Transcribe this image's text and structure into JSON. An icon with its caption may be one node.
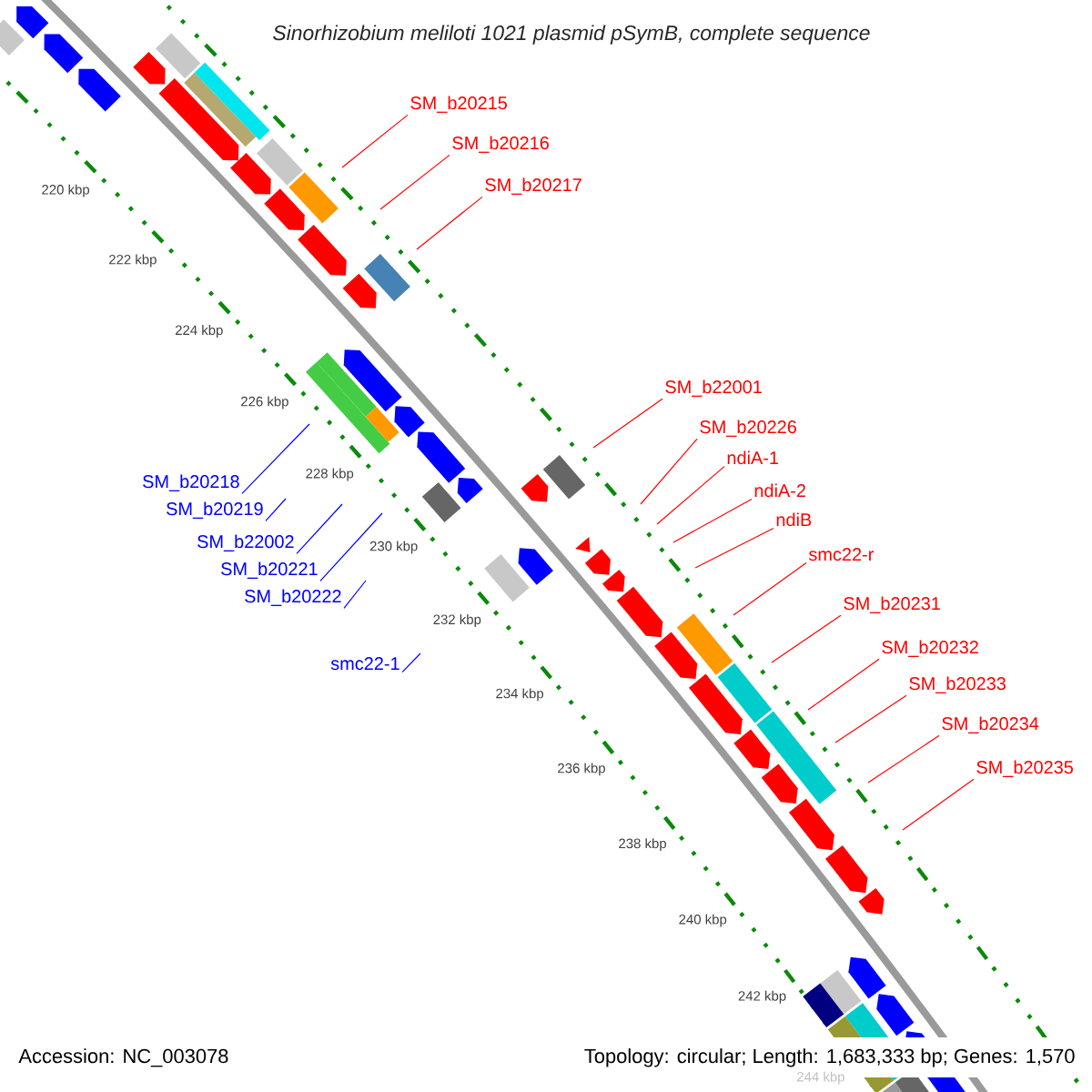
{
  "diagram": {
    "title": "Sinorhizobium meliloti 1021 plasmid pSymB, complete sequence",
    "nodes": [
      {
        "text": [
          "SM_b20215"
        ]
      },
      {
        "text": [
          "SM_b20216"
        ]
      },
      {
        "text": [
          "SM_b20217"
        ]
      },
      {
        "text": [
          "SM_b22001"
        ]
      },
      {
        "text": [
          "SM_b20226"
        ]
      },
      {
        "text": [
          "ndiA-1"
        ]
      },
      {
        "text": [
          "ndiA-2"
        ]
      },
      {
        "text": [
          "ndiB"
        ]
      },
      {
        "text": [
          "smc22-r"
        ]
      },
      {
        "text": [
          "SM_b20231"
        ]
      },
      {
        "text": [
          "SM_b20232"
        ]
      },
      {
        "text": [
          "SM_b20233"
        ]
      },
      {
        "text": [
          "SM_b20234"
        ]
      },
      {
        "text": [
          "SM_b20235"
        ]
      },
      {
        "text": [
          "SM_b20218"
        ]
      },
      {
        "text": [
          "SM_b20219"
        ]
      },
      {
        "text": [
          "SM_b22002"
        ]
      },
      {
        "text": [
          "SM_b20221"
        ]
      },
      {
        "text": [
          "SM_b20222"
        ]
      },
      {
        "text": [
          "smc22-1"
        ]
      }
    ],
    "edges": [
      {
        "from": 0,
        "to": null,
        "arrow": "none"
      },
      {
        "from": 1,
        "to": null,
        "arrow": "none"
      },
      {
        "from": 2,
        "to": null,
        "arrow": "none"
      },
      {
        "from": 3,
        "to": null,
        "arrow": "none"
      },
      {
        "from": 4,
        "to": null,
        "arrow": "none"
      },
      {
        "from": 5,
        "to": null,
        "arrow": "none"
      },
      {
        "from": 6,
        "to": null,
        "arrow": "none"
      },
      {
        "from": 7,
        "to": null,
        "arrow": "none"
      },
      {
        "from": 8,
        "to": null,
        "arrow": "none"
      },
      {
        "from": 9,
        "to": null,
        "arrow": "none"
      },
      {
        "from": 10,
        "to": null,
        "arrow": "none"
      },
      {
        "from": 11,
        "to": null,
        "arrow": "none"
      },
      {
        "from": 12,
        "to": null,
        "arrow": "none"
      },
      {
        "from": 13,
        "to": null,
        "arrow": "none"
      },
      {
        "from": 14,
        "to": null,
        "arrow": "none",
        "color": "#0000ff"
      },
      {
        "from": 15,
        "to": null,
        "arrow": "none",
        "color": "#0000ff"
      },
      {
        "from": 16,
        "to": null,
        "arrow": "none",
        "color": "#0000ff"
      },
      {
        "from": 17,
        "to": null,
        "arrow": "none",
        "color": "#0000ff"
      },
      {
        "from": 18,
        "to": null,
        "arrow": "none",
        "color": "#0000ff"
      },
      {
        "from": 19,
        "to": null,
        "arrow": "none",
        "color": "#0000ff"
      }
    ],
    "labels": [
      "220 kbp",
      "222 kbp",
      "224 kbp",
      "226 kbp",
      "228 kbp",
      "230 kbp",
      "232 kbp",
      "234 kbp",
      "236 kbp",
      "238 kbp",
      "240 kbp",
      "242 kbp",
      "244 kbp",
      "Accession: NC_003078",
      "Topology: circular; Length: 1,683,333 bp; Genes: 1,570"
    ]
  }
}
